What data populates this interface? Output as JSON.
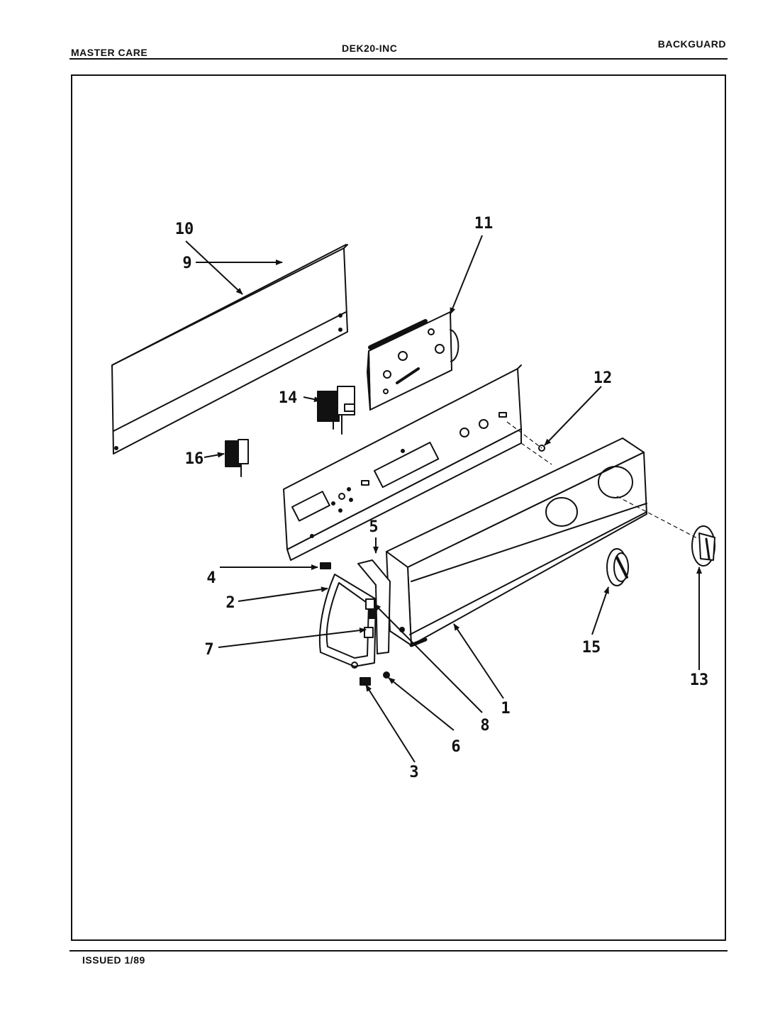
{
  "header": {
    "brand": "MASTER CARE",
    "model": "DEK20-INC",
    "section": "BACKGUARD"
  },
  "footer": {
    "issued": "ISSUED 1/89"
  },
  "parts": [
    {
      "id": "part-1",
      "number": "1"
    },
    {
      "id": "part-2",
      "number": "2"
    },
    {
      "id": "part-3",
      "number": "3"
    },
    {
      "id": "part-4",
      "number": "4"
    },
    {
      "id": "part-5",
      "number": "5"
    },
    {
      "id": "part-6",
      "number": "6"
    },
    {
      "id": "part-7",
      "number": "7"
    },
    {
      "id": "part-8",
      "number": "8"
    },
    {
      "id": "part-9",
      "number": "9"
    },
    {
      "id": "part-10",
      "number": "10"
    },
    {
      "id": "part-11",
      "number": "11"
    },
    {
      "id": "part-12",
      "number": "12"
    },
    {
      "id": "part-13",
      "number": "13"
    },
    {
      "id": "part-14",
      "number": "14"
    },
    {
      "id": "part-15",
      "number": "15"
    },
    {
      "id": "part-16",
      "number": "16"
    }
  ]
}
